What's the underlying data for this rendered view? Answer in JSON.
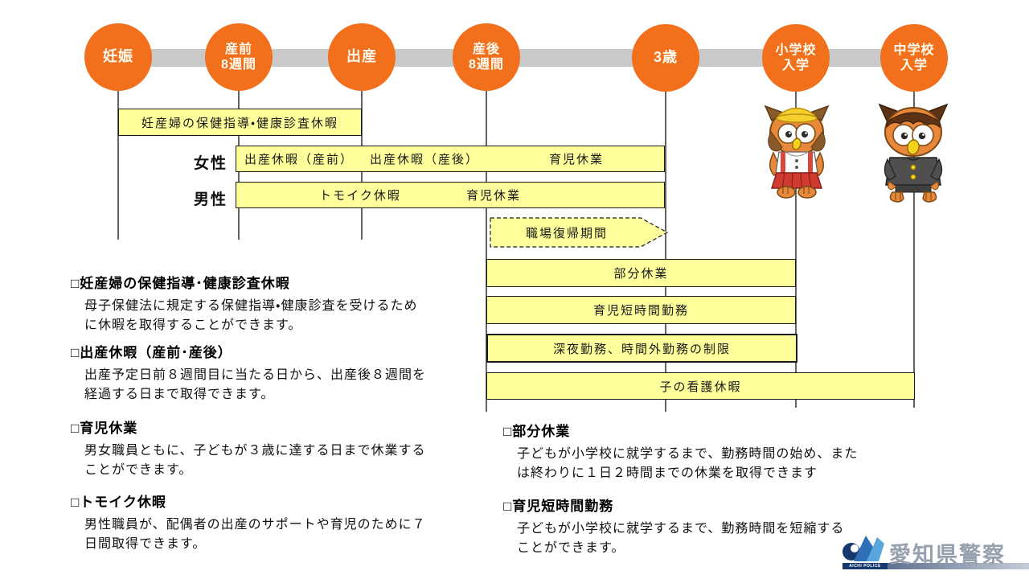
{
  "colors": {
    "accent_orange": "#F26F1B",
    "bar_yellow": "#FFFF9B",
    "band_gray": "#C9C9C9",
    "logo_navy": "#17386E",
    "logo_blue": "#2E6FB7",
    "logo_light_blue": "#57A7DC",
    "org_text_gray": "#97A0AF"
  },
  "timeline": {
    "milestones": [
      {
        "label": "妊娠"
      },
      {
        "label": "産前\n8週間"
      },
      {
        "label": "出産"
      },
      {
        "label": "産後\n8週間"
      },
      {
        "label": "3歳"
      },
      {
        "label": "小学校\n入学"
      },
      {
        "label": "中学校\n入学"
      }
    ]
  },
  "rows": {
    "female_label": "女性",
    "male_label": "男性"
  },
  "bars": {
    "maternal_checkup": "妊産婦の保健指導・健康診査休暇",
    "maternity_pre": "出産休暇（産前）",
    "maternity_post": "出産休暇（産後）",
    "childcare_leave_female": "育児休業",
    "tomoiku_leave": "トモイク休暇",
    "childcare_leave_male": "育児休業",
    "return_to_work": "職場復帰期間",
    "partial_leave": "部分休業",
    "shorter_work_hours": "育児短時間勤務",
    "night_overtime_limit": "深夜勤務、時間外勤務の制限",
    "child_nursing_leave": "子の看護休暇"
  },
  "descriptions": [
    {
      "heading": "□妊産婦の保健指導･健康診査休暇",
      "body": "母子保健法に規定する保健指導・健康診査を受けるため\nに休暇を取得することができます。"
    },
    {
      "heading": "□出産休暇（産前･産後）",
      "body": "出産予定日前８週間目に当たる日から、出産後８週間を\n経過する日まで取得できます。"
    },
    {
      "heading": "□育児休業",
      "body": "男女職員ともに、子どもが３歳に達する日まで休業する\nことができます。"
    },
    {
      "heading": "□トモイク休暇",
      "body": "男性職員が、配偶者の出産のサポートや育児のために７\n日間取得できます。"
    },
    {
      "heading": "□部分休業",
      "body": "子どもが小学校に就学するまで、勤務時間の始め、また\nは終わりに１日２時間までの休業を取得できます"
    },
    {
      "heading": "□育児短時間勤務",
      "body": "子どもが小学校に就学するまで、勤務時間を短縮する\nことができます。"
    }
  ],
  "icons": {
    "girl_owl": "owl-girl-elementary-mascot-icon",
    "boy_owl": "owl-boy-junior-high-mascot-icon",
    "police_logo": "aichi-police-logo-icon"
  },
  "footer": {
    "org_name": "愛知県警察",
    "org_name_en": "AICHI POLICE"
  }
}
